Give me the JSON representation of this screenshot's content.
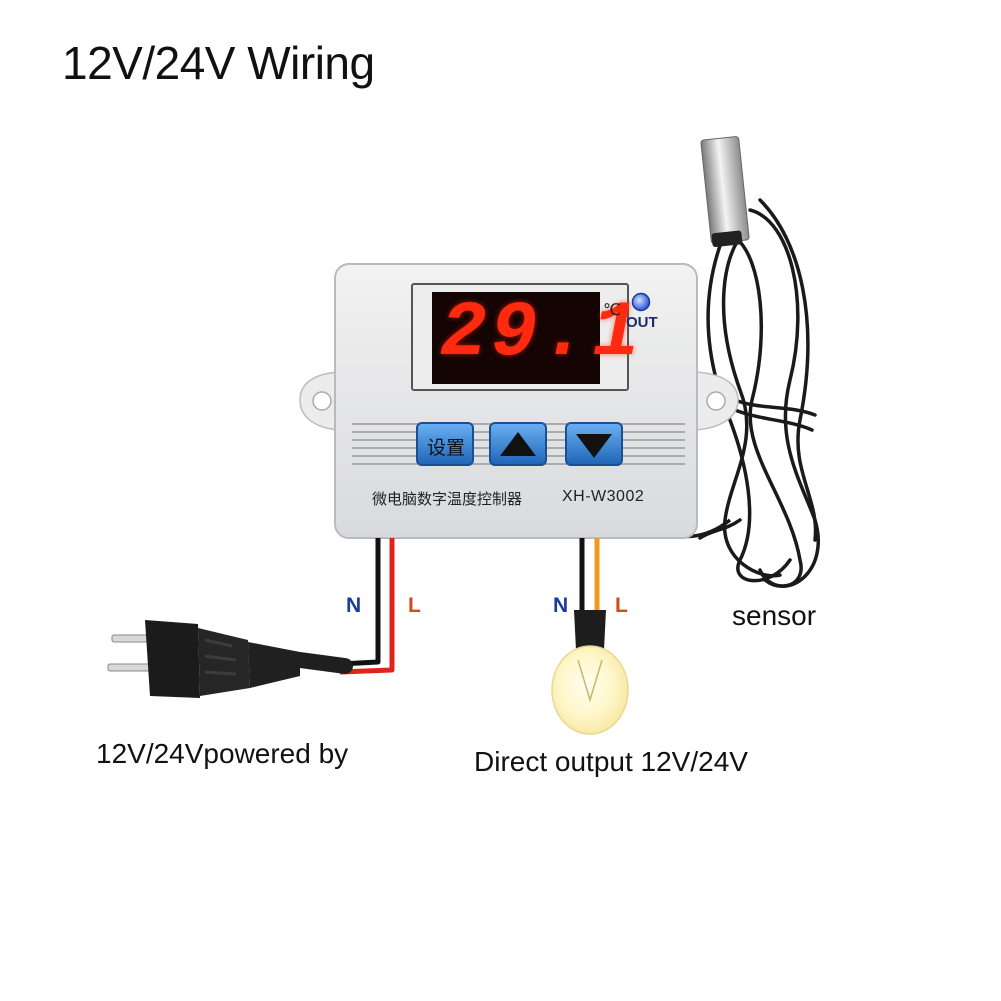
{
  "title": "12V/24V Wiring",
  "controller": {
    "display_value": "29.1",
    "unit": "℃",
    "out_label": "OUT",
    "set_button_label": "设置",
    "panel_label": "微电脑数字温度控制器",
    "model": "XH-W3002"
  },
  "wires": {
    "input_n": "N",
    "input_l": "L",
    "output_n": "N",
    "output_l": "L"
  },
  "captions": {
    "power": "12V/24Vpowered by",
    "output": "Direct output 12V/24V",
    "sensor": "sensor"
  },
  "colors": {
    "neutral_label": "#1c3a9c",
    "live_label": "#d04a1a",
    "display_red": "#ff2a10",
    "button_blue": "#2b7cd4",
    "wire_red": "#e0241c",
    "wire_orange": "#f29a1e"
  },
  "icons": [
    "plug-icon",
    "bulb-icon",
    "temperature-probe-icon",
    "up-arrow-icon",
    "down-arrow-icon",
    "out-led-icon"
  ]
}
